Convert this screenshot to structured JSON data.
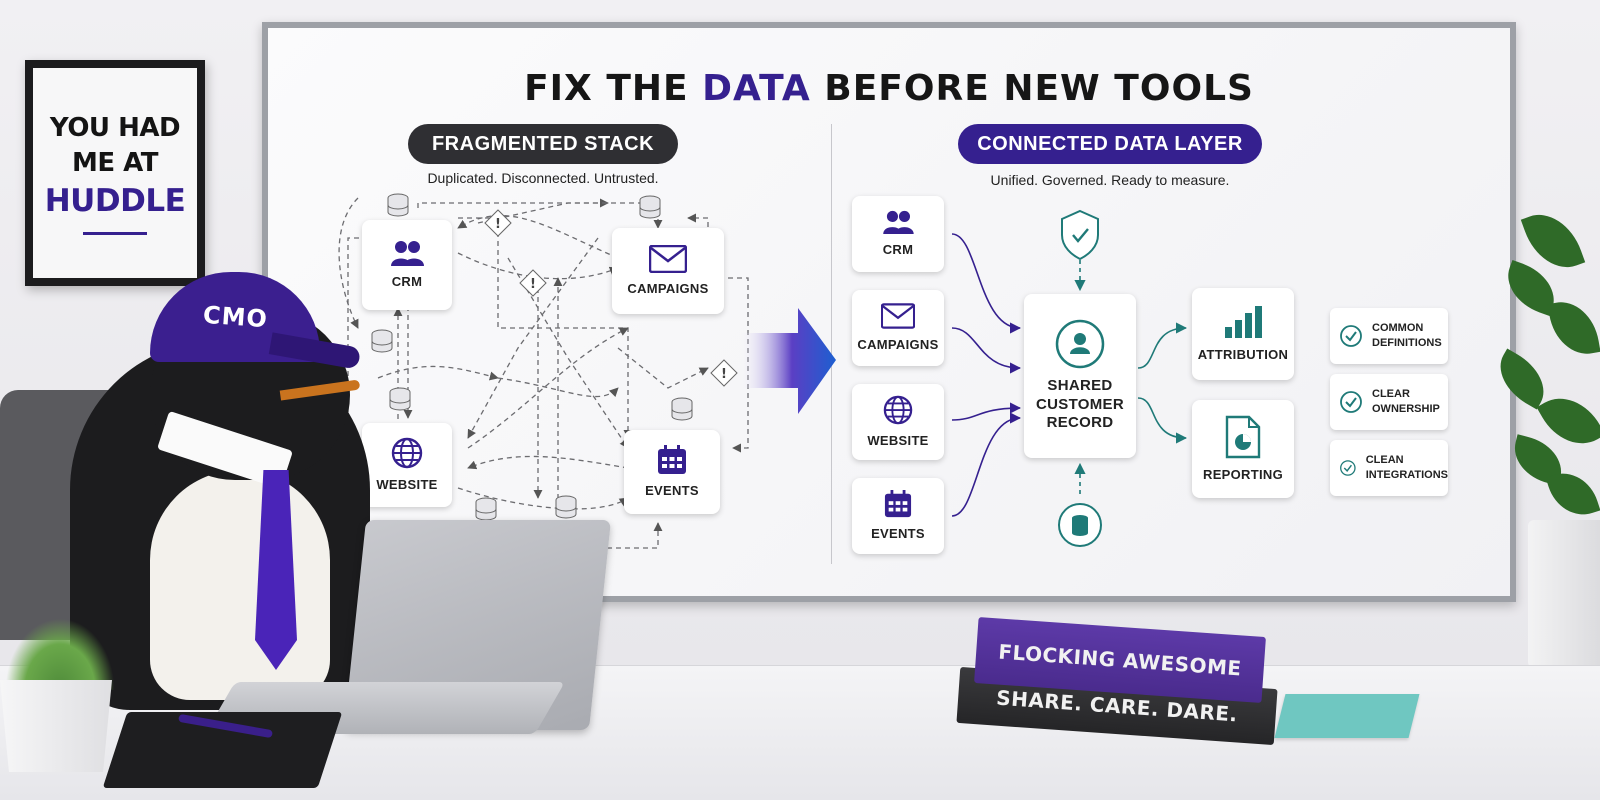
{
  "poster": {
    "line1": "YOU HAD",
    "line2": "ME AT",
    "brand": "HUDDLE"
  },
  "board": {
    "title_pre": "FIX THE ",
    "title_accent": "DATA",
    "title_post": " BEFORE NEW TOOLS",
    "left": {
      "heading": "FRAGMENTED STACK",
      "subtitle": "Duplicated. Disconnected. Untrusted.",
      "nodes": {
        "crm": "CRM",
        "campaigns": "CAMPAIGNS",
        "website": "WEBSITE",
        "events": "EVENTS"
      }
    },
    "right": {
      "heading": "CONNECTED DATA LAYER",
      "subtitle": "Unified. Governed. Ready to measure.",
      "sources": {
        "crm": "CRM",
        "campaigns": "CAMPAIGNS",
        "website": "WEBSITE",
        "events": "EVENTS"
      },
      "hub": {
        "line1": "SHARED",
        "line2": "CUSTOMER",
        "line3": "RECORD"
      },
      "outputs": {
        "attribution": "ATTRIBUTION",
        "reporting": "REPORTING"
      },
      "checks": [
        {
          "line1": "COMMON",
          "line2": "DEFINITIONS"
        },
        {
          "line1": "CLEAR",
          "line2": "OWNERSHIP"
        },
        {
          "line1": "CLEAN",
          "line2": "INTEGRATIONS"
        }
      ]
    }
  },
  "cap": {
    "text": "CMO"
  },
  "books": {
    "top": "FLOCKING AWESOME",
    "bottom": "SHARE. CARE. DARE."
  },
  "colors": {
    "brand_purple": "#35208f",
    "teal": "#1f7a78",
    "dark_pill": "#2f2f33"
  }
}
